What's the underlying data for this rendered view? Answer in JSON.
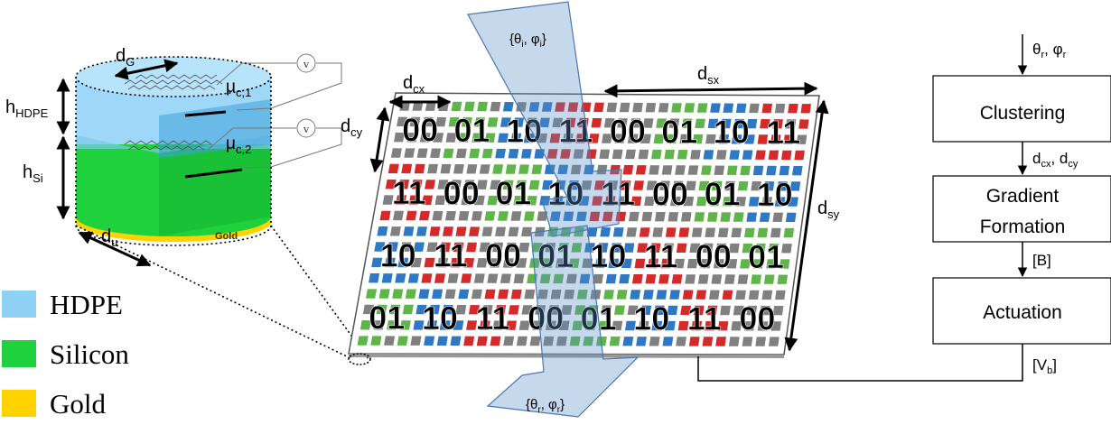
{
  "unit_cell": {
    "label_d_g": "d",
    "label_d_g_sub": "G",
    "label_h_hdpe": "h",
    "label_h_hdpe_sub": "HDPE",
    "label_h_si": "h",
    "label_h_si_sub": "Si",
    "label_d_u": "d",
    "label_d_u_sub": "u",
    "label_mu1": "μ",
    "label_mu1_sub": "c,1",
    "label_mu2": "μ",
    "label_mu2_sub": "c,2",
    "label_v1": "v",
    "label_v2": "v",
    "label_gold_base": "Gold"
  },
  "legend": {
    "items": [
      {
        "label": "HDPE",
        "color": "#8fd0f5"
      },
      {
        "label": "Silicon",
        "color": "#1fd13c"
      },
      {
        "label": "Gold",
        "color": "#ffd200"
      }
    ]
  },
  "metasurface": {
    "label_d_cx": "d",
    "label_d_cx_sub": "cx",
    "label_d_cy": "d",
    "label_d_cy_sub": "cy",
    "label_d_sx": "d",
    "label_d_sx_sub": "sx",
    "label_d_sy": "d",
    "label_d_sy_sub": "sy",
    "rows": [
      [
        "00",
        "01",
        "10",
        "11",
        "00",
        "01",
        "10",
        "11"
      ],
      [
        "11",
        "00",
        "01",
        "10",
        "11",
        "00",
        "01",
        "10"
      ],
      [
        "10",
        "11",
        "00",
        "01",
        "10",
        "11",
        "00",
        "01"
      ],
      [
        "01",
        "10",
        "11",
        "00",
        "01",
        "10",
        "11",
        "00"
      ]
    ],
    "code_colors": {
      "00": "#808080",
      "01": "#5fb54a",
      "10": "#2f78c4",
      "11": "#d42a2a"
    },
    "incident_label": "{θ",
    "incident_sub1": "i",
    "incident_mid": ", φ",
    "incident_sub2": "i",
    "incident_end": "}",
    "reflected_label": "{θ",
    "reflected_sub1": "r",
    "reflected_mid": ", φ",
    "reflected_sub2": "r",
    "reflected_end": "}"
  },
  "flowchart": {
    "input_label": "θ",
    "input_sub1": "r",
    "input_mid": ", φ",
    "input_sub2": "r",
    "blocks": [
      "Clustering",
      "Gradient",
      "Formation",
      "Actuation"
    ],
    "arrow2_label": "d",
    "arrow2_sub1": "cx",
    "arrow2_mid": ", d",
    "arrow2_sub2": "cy",
    "arrow3_label": "[B]",
    "out_label": "[V",
    "out_sub": "b",
    "out_end": "]"
  }
}
